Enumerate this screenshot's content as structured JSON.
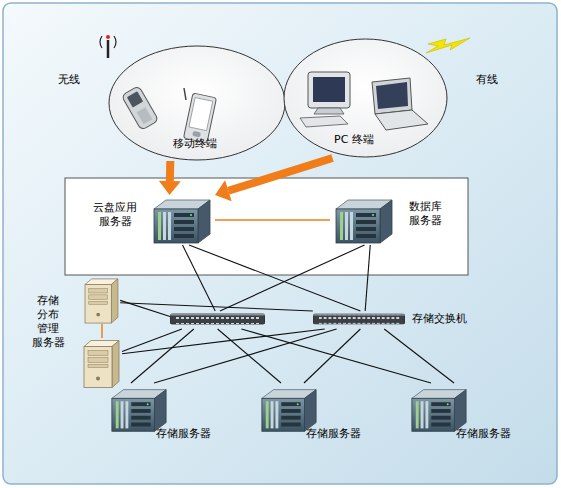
{
  "diagram": {
    "nodes": [
      {
        "text": [
          "移动终端"
        ]
      },
      {
        "text": [
          "PC 终端"
        ]
      },
      {
        "text": [
          "云盘应用 服务器"
        ]
      },
      {
        "text": [
          "数据库 服务器"
        ]
      },
      {
        "text": [
          "存储 分布 管理 服务器"
        ]
      },
      {
        "text": [
          "存储交换机"
        ]
      },
      {
        "text": [
          "存储服务器"
        ]
      },
      {
        "text": [
          "存储服务器"
        ]
      },
      {
        "text": [
          "存储服务器"
        ]
      }
    ],
    "edges": [
      {
        "from": 0,
        "to": 2,
        "arrow": "to"
      },
      {
        "from": 1,
        "to": 2,
        "arrow": "to"
      },
      {
        "from": 2,
        "to": 3,
        "arrow": "none"
      },
      {
        "from": 2,
        "to": 5,
        "arrow": "none"
      },
      {
        "from": 2,
        "to": 5,
        "arrow": "none"
      },
      {
        "from": 3,
        "to": 5,
        "arrow": "none"
      },
      {
        "from": 3,
        "to": 5,
        "arrow": "none"
      },
      {
        "from": 4,
        "to": 5,
        "arrow": "none"
      },
      {
        "from": 4,
        "to": 5,
        "arrow": "none"
      },
      {
        "from": 4,
        "to": 5,
        "arrow": "none"
      },
      {
        "from": 4,
        "to": 5,
        "arrow": "none"
      },
      {
        "from": 5,
        "to": 6,
        "arrow": "none"
      },
      {
        "from": 5,
        "to": 7,
        "arrow": "none"
      },
      {
        "from": 5,
        "to": 8,
        "arrow": "none"
      },
      {
        "from": 5,
        "to": 6,
        "arrow": "none"
      },
      {
        "from": 5,
        "to": 7,
        "arrow": "none"
      },
      {
        "from": 5,
        "to": 8,
        "arrow": "none"
      }
    ],
    "labels": [
      "无线",
      "有线"
    ]
  }
}
